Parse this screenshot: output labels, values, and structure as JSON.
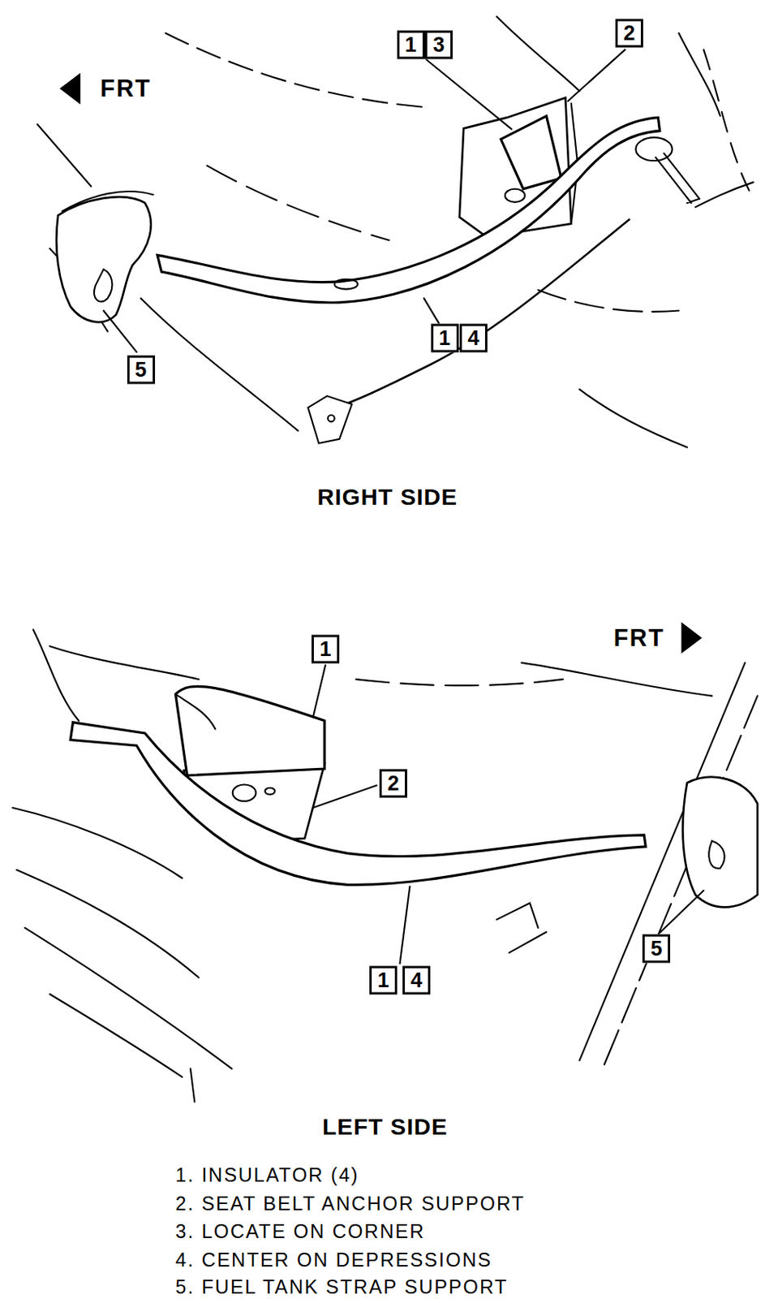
{
  "diagram": {
    "labels": [
      "FRT",
      "1",
      "3",
      "2",
      "5",
      "1",
      "4",
      "RIGHT SIDE",
      "1",
      "FRT",
      "2",
      "5",
      "1",
      "4",
      "LEFT SIDE",
      "1. INSULATOR (4)",
      "2. SEAT BELT ANCHOR SUPPORT",
      "3. LOCATE ON CORNER",
      "4. CENTER ON DEPRESSIONS",
      "5. FUEL TANK STRAP SUPPORT"
    ]
  }
}
